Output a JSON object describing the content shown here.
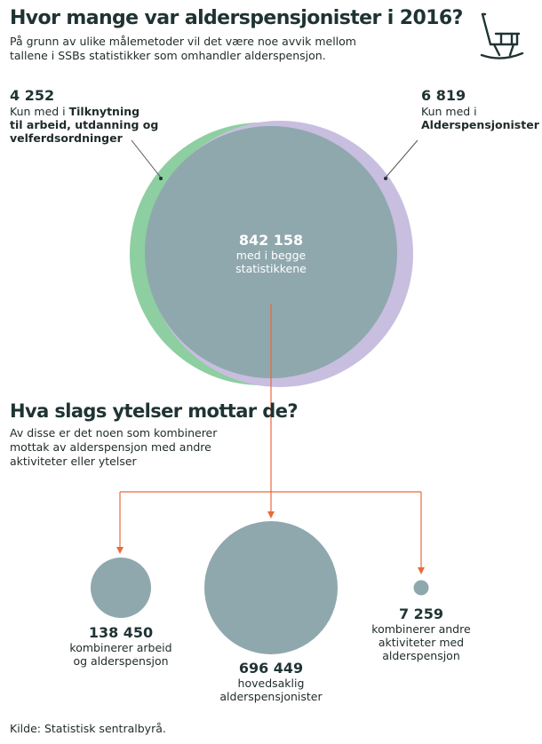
{
  "title": "Hvor mange var alderspensjonister i 2016?",
  "intro_line1": "På grunn av ulike målemetoder vil det være noe avvik mellom",
  "intro_line2": "tallene i SSBs statistikker som omhandler alderspensjon.",
  "left_stat": {
    "value": "4 252",
    "text_plain": "Kun med i ",
    "text_bold1": "Tilknytning",
    "text_bold2": "til arbeid, utdanning og",
    "text_bold3": "velferdsordninger"
  },
  "right_stat": {
    "value": "6 819",
    "line1": "Kun med i",
    "line2_bold": "Alderspensjonister"
  },
  "center_stat": {
    "value": "842 158",
    "line1": "med i begge",
    "line2": "statistikkene"
  },
  "section2": {
    "title": "Hva slags ytelser mottar de?",
    "line1": "Av disse er det noen som kombinerer",
    "line2": "mottak av alderspensjon med andre",
    "line3": "aktiviteter eller ytelser"
  },
  "groups": [
    {
      "value": "138 450",
      "line1": "kombinerer arbeid",
      "line2": "og alderspensjon",
      "line3": ""
    },
    {
      "value": "696 449",
      "line1": "hovedsaklig",
      "line2": "alderspensjonister",
      "line3": ""
    },
    {
      "value": "7 259",
      "line1": "kombinerer andre",
      "line2": "aktiviteter med",
      "line3": "alderspensjon"
    }
  ],
  "source": "Kilde: Statistisk sentralbyrå.",
  "icon": "rocking-chair-icon",
  "colors": {
    "green": "#8dcfa0",
    "purple": "#c8bedf",
    "grey": "#8fa8ad",
    "arrow": "#e86a3a",
    "text": "#1f3333"
  }
}
